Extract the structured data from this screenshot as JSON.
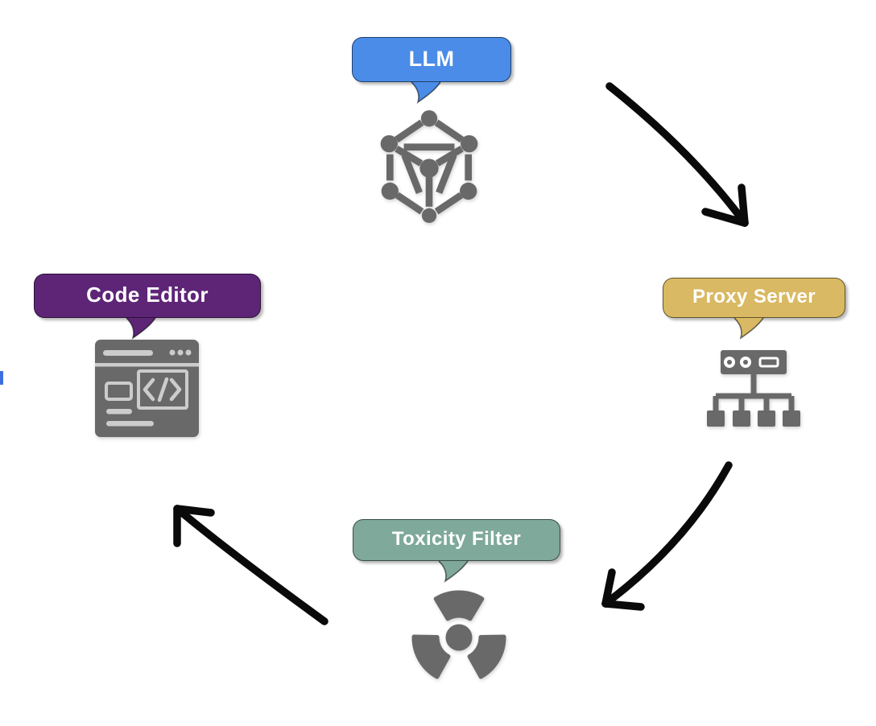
{
  "diagram": {
    "description_title": "LLM output pipeline cycle",
    "flow_order": [
      "LLM",
      "Proxy Server",
      "Toxicity Filter",
      "Code Editor"
    ]
  },
  "nodes": [
    {
      "id": "llm",
      "label": "LLM",
      "bubble_color": "#4a8ce8",
      "icon": "network-graph-icon"
    },
    {
      "id": "proxy-server",
      "label": "Proxy Server",
      "bubble_color": "#d9b963",
      "icon": "server-network-icon"
    },
    {
      "id": "toxicity-filter",
      "label": "Toxicity Filter",
      "bubble_color": "#7fa99a",
      "icon": "radiation-icon"
    },
    {
      "id": "code-editor",
      "label": "Code Editor",
      "bubble_color": "#5e2577",
      "icon": "code-editor-window-icon"
    }
  ],
  "arrows": [
    {
      "from": "LLM",
      "to": "Proxy Server"
    },
    {
      "from": "Proxy Server",
      "to": "Toxicity Filter"
    },
    {
      "from": "Toxicity Filter",
      "to": "Code Editor"
    }
  ],
  "colors": {
    "llm_bubble": "#4a8ce8",
    "proxy_bubble": "#d9b963",
    "toxicity_bubble": "#7fa99a",
    "code_editor_bubble": "#5e2577",
    "icon_gray": "#696969",
    "icon_detail_light": "#cccccc",
    "arrow_black": "#0a0a0a",
    "label_text": "#ffffff",
    "bubble_outline": "rgba(0,0,0,0.55)",
    "cursor_artifact_blue": "#3c6ede",
    "background": "#ffffff"
  }
}
